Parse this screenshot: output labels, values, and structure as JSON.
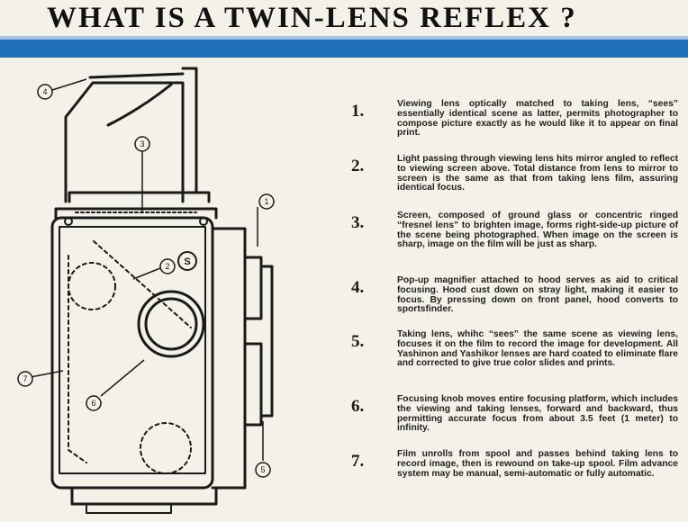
{
  "title": "WHAT IS A TWIN-LENS REFLEX ?",
  "diagram": {
    "callouts": [
      "1",
      "2",
      "3",
      "4",
      "5",
      "6",
      "7"
    ],
    "shutter_symbol": "S"
  },
  "steps": [
    {
      "number": "1.",
      "text": "Viewing lens optically matched to taking lens, “sees” essentially identical scene as latter, permits photographer to compose picture exactly as he would like it to appear on final print."
    },
    {
      "number": "2.",
      "text": "Light passing through viewing lens hits mirror angled to reflect to viewing screen above. Total distance from lens to mirror to screen is the same as that from taking lens film, assuring identical focus."
    },
    {
      "number": "3.",
      "text": "Screen, composed of ground glass or concentric ringed “fresnel lens” to brighten image, forms right-side-up picture of the scene being photographed. When image on the screen is sharp, image on the film will be just as sharp."
    },
    {
      "number": "4.",
      "text": "Pop-up magnifier attached to hood serves as aid to critical focusing. Hood cust down on stray light, making it easier to focus. By pressing down on front panel, hood converts to sportsfinder."
    },
    {
      "number": "5.",
      "text": "Taking lens, whihc “sees” the same scene as viewing lens, focuses it on the film to record the image for development. All Yashinon and Yashikor lenses are hard coated to eliminate flare and corrected to give true color slides and prints."
    },
    {
      "number": "6.",
      "text": "Focusing knob moves entire focusing platform, which includes the viewing and taking lenses, forward and backward, thus permitting accurate focus from about 3.5 feet (1 meter) to infinity."
    },
    {
      "number": "7.",
      "text": "Film unrolls from spool and passes behind taking lens to record image, then is rewound on take-up spool. Film advance system may be manual, semi-automatic or fully automatic."
    }
  ]
}
